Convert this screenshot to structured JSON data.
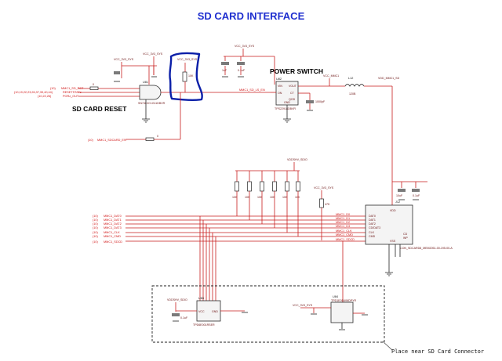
{
  "title": "SD CARD INTERFACE",
  "sections": {
    "reset": "SD CARD RESET",
    "power": "POWER SWITCH"
  },
  "placement_note": "Place near SD Card Connector",
  "power_nets": {
    "vcc_a": "VCC_3V3_SYS",
    "vcc_b": "VCC_3V3_SYS",
    "vcc_c": "VCC_3V3_SYS",
    "vcc_d": "VCC_3V3_SYS",
    "vcc_e": "VCC_3V3_SYS",
    "vcc_mmc1": "VCC_MMC1",
    "vdd_mmc1": "VDD_MMC1_SD",
    "vdd_sdio": "VDDSHV_SDIO",
    "vdd_sdio_b": "VDDSHV_SDIO"
  },
  "left_signals": [
    {
      "ref": "(10)",
      "name": "MMC1_SD_RST"
    },
    {
      "ref": "(10)",
      "name": "MMC1_SDCARD_EN"
    },
    {
      "ref": "(10)",
      "name": "MMC1_DAT0"
    },
    {
      "ref": "(10)",
      "name": "MMC1_DAT1"
    },
    {
      "ref": "(10)",
      "name": "MMC1_DAT2"
    },
    {
      "ref": "(10)",
      "name": "MMC1_DAT3"
    },
    {
      "ref": "(10)",
      "name": "MMC1_CLK"
    },
    {
      "ref": "(10)",
      "name": "MMC1_CMD"
    },
    {
      "ref": "(10)",
      "name": "MMC1_SDCD"
    }
  ],
  "reset_inputs": [
    "(10,19,22,23,26,37,39,40,44)",
    "(10,22,26)",
    "(10,22,23)"
  ],
  "reset_input_nets": [
    "(10)",
    "RESETSTATz",
    "PORz_OUT"
  ],
  "connector_pins": [
    "DAT0",
    "DAT1",
    "DAT2",
    "CD/DAT3",
    "CLK",
    "CMD",
    "VDD",
    "VSS",
    "CD",
    "WP"
  ],
  "connector_nets": [
    "MMC1_D0",
    "MMC1_D1",
    "MMC1_D2",
    "MMC1_D3",
    "MMC1_CLK",
    "MMC1_CMD",
    "MMC1_SDCD"
  ],
  "switch_pins": {
    "left": [
      "VIN",
      "ON"
    ],
    "right": [
      "VOUT",
      "CT",
      "QOD"
    ],
    "bottom": "GND"
  },
  "net_labels": {
    "switch_in": "MMC1_SD_LS_EN",
    "inductor": "120B"
  },
  "parts": {
    "buffer": "SN74LVC1G11DBVR",
    "switch": "TPS22918DBVR",
    "connector": "CON_SDCARD8_MEM2051-00-195-00-A",
    "esd_array": "TPD6E001RSER",
    "esd_single": "TPD1E05U06DPYR",
    "ferrite": "120B"
  },
  "refs": {
    "buffer": "U81",
    "switch": "U82",
    "connector": "J12",
    "esd_array": "U83",
    "esd_single": "U84",
    "inductor": "L12"
  },
  "values": {
    "r_reset": "0",
    "r_en": "0",
    "r_pull": "10K",
    "c_switch_a": "0.1uF",
    "c_switch_b": "1uF",
    "c_out": "1000pF",
    "c_conn_a": "10uF",
    "c_conn_b": "0.1uF",
    "r_pullups": [
      "10K",
      "10K",
      "10K",
      "10K",
      "10K",
      "10K"
    ],
    "c_esd": "0.1uF",
    "r_cd": "47K"
  },
  "highlight_color": "#0b1fa8",
  "wire_color": "#c81e1e",
  "title_color": "#1f2fcf"
}
